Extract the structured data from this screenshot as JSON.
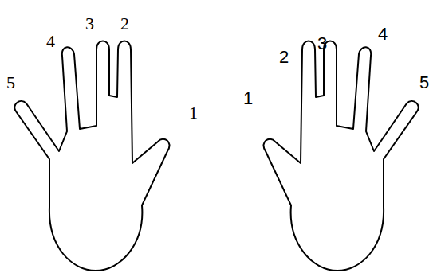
{
  "diagram": {
    "labels": [
      "5",
      "4",
      "3",
      "2",
      "1",
      "1",
      "2",
      "3",
      "4",
      "5"
    ]
  }
}
